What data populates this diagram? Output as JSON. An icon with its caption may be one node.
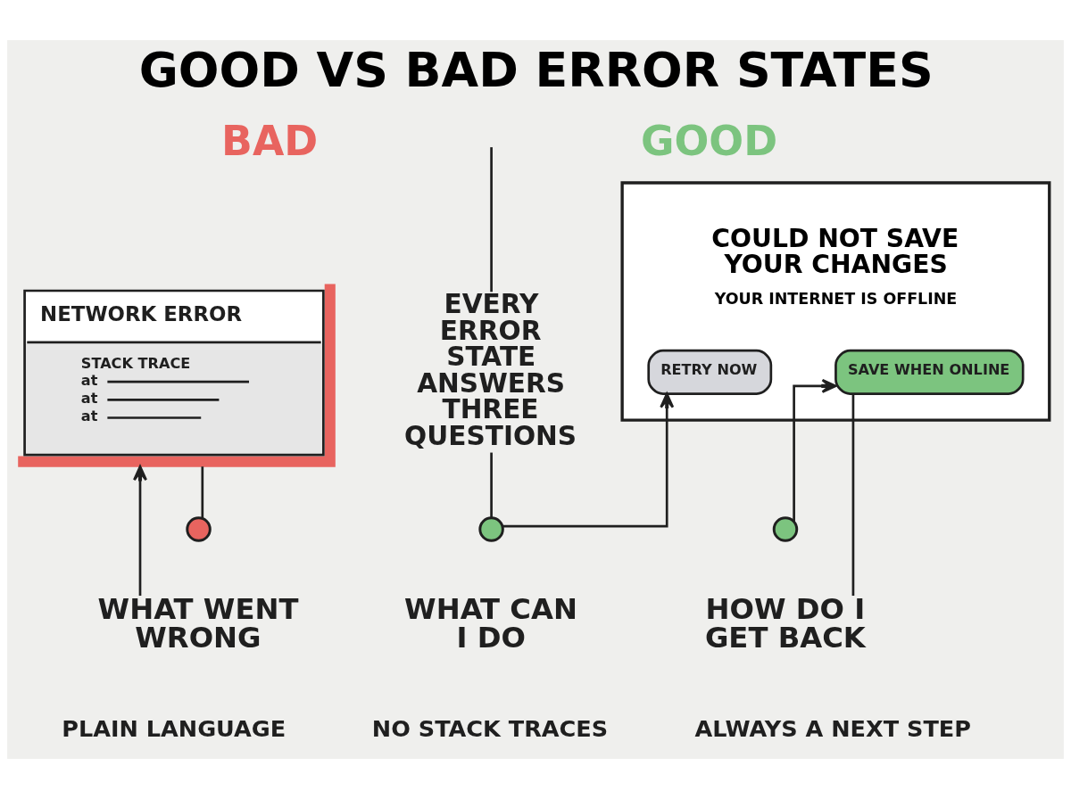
{
  "diagram": {
    "title": "GOOD VS BAD ERROR STATES",
    "nodes": [
      {
        "text": [
          "NETWORK ERROR",
          "STACK TRACE",
          "at",
          "at",
          "at"
        ]
      },
      {
        "text": [
          "EVERY ERROR STATE ANSWERS THREE QUESTIONS"
        ]
      },
      {
        "text": [
          "COULD NOT SAVE YOUR CHANGES",
          "YOUR INTERNET IS OFFLINE"
        ]
      },
      {
        "text": [
          "RETRY NOW"
        ],
        "in": 2
      },
      {
        "text": [
          "SAVE WHEN ONLINE"
        ],
        "in": 2
      },
      {
        "text": [],
        "shape": "circle"
      },
      {
        "text": [],
        "shape": "circle",
        "beside": [
          "WHAT CAN I DO"
        ]
      },
      {
        "text": [],
        "shape": "circle"
      },
      {
        "text": [
          "WHAT WENT WRONG"
        ]
      },
      {
        "text": [
          "HOW DO I GET BACK"
        ]
      }
    ],
    "edges": [
      {
        "from": null,
        "to": 1,
        "arrow": "none"
      },
      {
        "from": 5,
        "to": 0,
        "arrow": "none"
      },
      {
        "from": 8,
        "to": 0,
        "arrow": "to"
      },
      {
        "from": 1,
        "to": 6,
        "arrow": "none"
      },
      {
        "from": 6,
        "to": 3,
        "arrow": "to"
      },
      {
        "from": 7,
        "to": 4,
        "arrow": "to"
      },
      {
        "from": 9,
        "to": 4,
        "arrow": "none"
      }
    ],
    "labels": [
      "BAD",
      "GOOD",
      "PLAIN LANGUAGE",
      "NO STACK TRACES",
      "ALWAYS A NEXT STEP"
    ]
  }
}
